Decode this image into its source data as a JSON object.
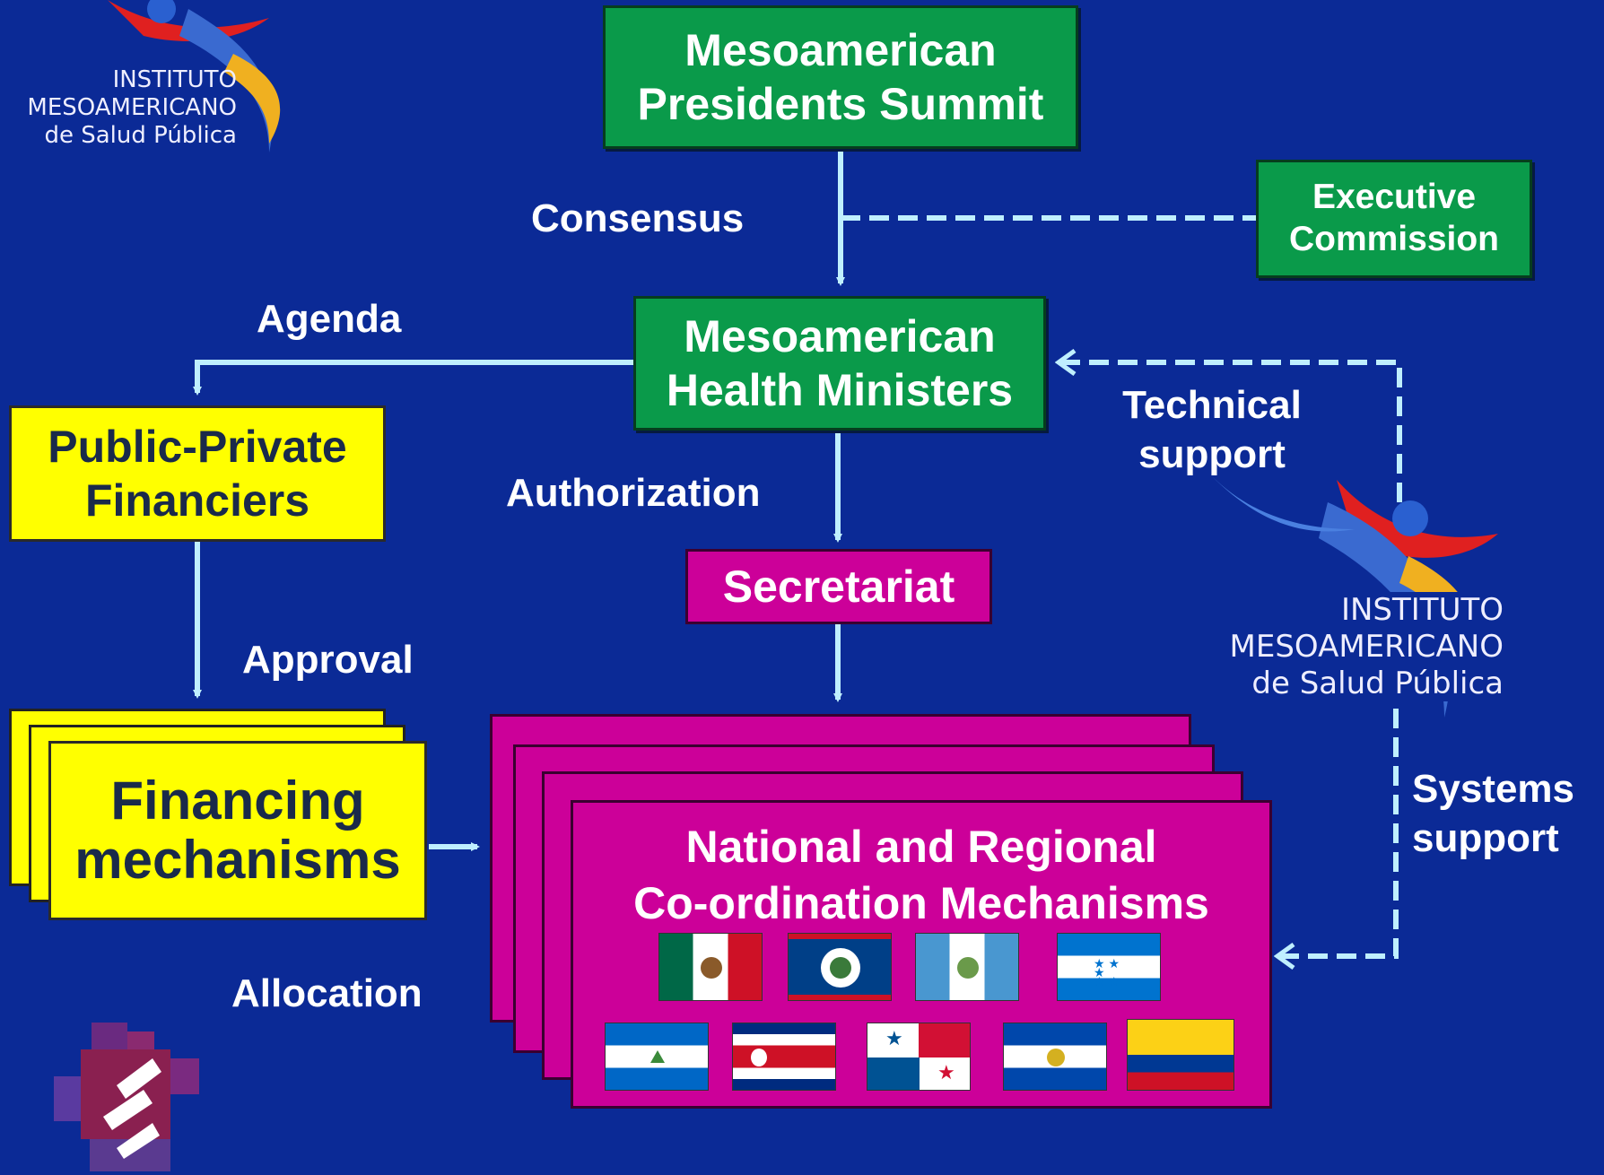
{
  "nodes": {
    "summit": "Mesoamerican\nPresidents Summit",
    "exec": "Executive\nCommission",
    "ministers": "Mesoamerican\nHealth Ministers",
    "financiers": "Public-Private\nFinanciers",
    "secretariat": "Secretariat",
    "financing": "Financing\nmechanisms",
    "national": "National and Regional\nCo-ordination Mechanisms"
  },
  "labels": {
    "consensus": "Consensus",
    "agenda": "Agenda",
    "authorization": "Authorization",
    "technical": "Technical\nsupport",
    "approval": "Approval",
    "systems": "Systems\nsupport",
    "allocation": "Allocation"
  },
  "logo": {
    "line1": "INSTITUTO",
    "line2": "MESOAMERICANO",
    "line3": "de Salud Pública"
  },
  "colors": {
    "background": "#0b2a96",
    "green": "#0a9a4a",
    "yellow": "#ffff00",
    "magenta": "#cc0099",
    "arrow": "#bfefff"
  }
}
